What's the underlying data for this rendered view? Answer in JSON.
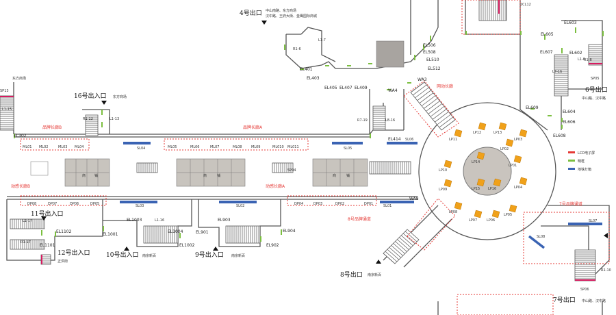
{
  "exits": {
    "e4": {
      "name": "4号出口",
      "desc1": "中山南路、东方商场",
      "desc2": "汉中路、王府大街、金鹰国际商城"
    },
    "e6": {
      "name": "6号出口",
      "desc": "中山路、汉中路"
    },
    "e7": {
      "name": "7号出口",
      "desc": "中山路、汉中路"
    },
    "e8": {
      "name": "8号出口",
      "desc": "南京新百"
    },
    "e9": {
      "name": "9号出入口",
      "desc": "南京新百"
    },
    "e10": {
      "name": "10号出入口",
      "desc": "南京新百"
    },
    "e11": {
      "name": "11号出入口"
    },
    "e12": {
      "name": "12号出入口",
      "desc": "正洪街"
    },
    "e16": {
      "name": "16号出入口",
      "desc": "东方商场"
    },
    "left_top": {
      "desc": "东方商场"
    }
  },
  "zones": {
    "brandB": "品牌长廊B",
    "brandA": "品牌长廊A",
    "animB": "动感长廊B",
    "animA": "动感长廊A",
    "wa3": "网动长廊",
    "b8": "8号品牌通道",
    "b7": "7号品牌通道"
  },
  "shops": {
    "s1": "商",
    "s2": "铺",
    "s3": "商",
    "s4": "铺",
    "s5": "商",
    "s6": "铺"
  },
  "ml_codes": [
    "ML01",
    "ML02",
    "ML03",
    "ML04",
    "ML05",
    "ML06",
    "ML07",
    "ML08",
    "ML09",
    "ML010",
    "ML011"
  ],
  "dp_codes": [
    "DP01",
    "DP02",
    "DP03",
    "DP04",
    "DP05",
    "DP06",
    "DP07",
    "DP08"
  ],
  "lp_codes": [
    "LP01",
    "LP02",
    "LP03",
    "LP04",
    "LP05",
    "LP06",
    "LP07",
    "LP08",
    "LP09",
    "LP10",
    "LP11",
    "LP12",
    "LP13",
    "LP14",
    "LP15",
    "LP16"
  ],
  "sl_codes": [
    "SL01",
    "SL02",
    "SL03",
    "SL04",
    "SL05",
    "SL06",
    "SL07",
    "SL08"
  ],
  "el_codes": [
    "EL302",
    "EL401",
    "EL403",
    "EL405",
    "EL407",
    "EL409",
    "EL414",
    "EL506",
    "EL508",
    "EL510",
    "EL512",
    "EL603",
    "EL605",
    "EL607",
    "EL602",
    "EL604",
    "EL606",
    "EL608",
    "EL609",
    "EL1001",
    "EL1002",
    "EL1003",
    "EL1004",
    "EL1101",
    "EL1102",
    "EL901",
    "EL902",
    "EL903",
    "EL904"
  ],
  "wa_codes": [
    "WA3",
    "WA4",
    "WA8"
  ],
  "stair_codes": [
    "L1-15",
    "L1-13",
    "L1-7",
    "L1-16",
    "L1-17",
    "L1-6",
    "L7-16",
    "L8-16",
    "R1-13",
    "R1-6",
    "R1-8",
    "R1-17",
    "R1-10",
    "R7-19",
    "SP13",
    "SP05",
    "SP06",
    "SP04",
    "2CL12"
  ],
  "legend": {
    "lcd": "LCD电子屏",
    "light": "明框",
    "brand": "地铁灯箱"
  },
  "colors": {
    "wall": "#555555",
    "lcd": "#3a63b3",
    "light": "#7bbf3f",
    "brand_box": "#f4a91d",
    "brand_fill": "#f0a11a",
    "dash": "#e53935",
    "stair_accent": "#d81b60"
  }
}
